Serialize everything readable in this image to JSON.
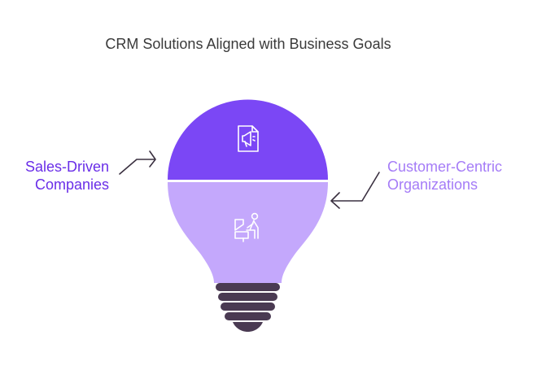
{
  "title": "CRM Solutions Aligned with Business Goals",
  "segments": [
    {
      "line1": "Sales-Driven",
      "line2": "Companies",
      "icon": "megaphone-document-icon",
      "color": "#7b47f5",
      "text_color": "#6a2ee8"
    },
    {
      "line1": "Customer-Centric",
      "line2": "Organizations",
      "icon": "person-at-desk-icon",
      "color": "#c4a8fc",
      "text_color": "#a57cf7"
    }
  ],
  "colors": {
    "base": "#4a3a52",
    "icon_stroke": "#ffffff",
    "arrow": "#3a3040"
  }
}
